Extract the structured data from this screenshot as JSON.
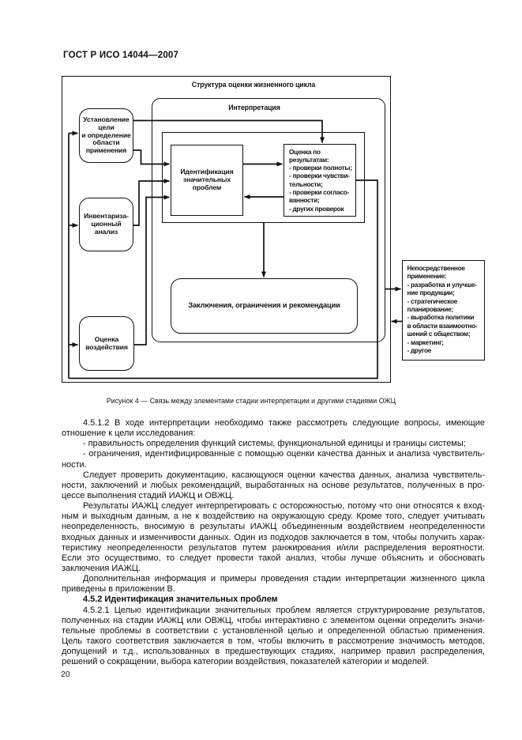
{
  "page": {
    "header": "ГОСТ Р ИСО 14044—2007",
    "page_number": "20"
  },
  "figure": {
    "frame_title": "Структура оценки жизненного цикла",
    "interpretation_label": "Интерпретация",
    "boxes": {
      "goal": "Установление\nцели\nи определение\nобласти\nприменения",
      "inventory": "Инвентариза-\nционный\nанализ",
      "impact": "Оценка\nвоздействия",
      "identification": "Идентификация\nзначительных\nпроблем",
      "evaluation": "Оценка по\nрезультатам:\n- проверки полноты;\n- проверки чувстви-\nтельности;\n- проверки согласо-\nванности;\n- других проверок",
      "conclusions": "Заключения, ограничения и рекомендации",
      "direct_application": "Непосредственное\nприменение:\n- разработка и улучше-\nние продукции;\n- стратегическое\nпланирование;\n- выработка политики\nв области взаимоотно-\nшений с обществом;\n- маркетинг;\n- другое"
    },
    "caption": "Рисунок 4 — Связь между элементами стадии интерпретации и другими стадиями ОЖЦ"
  },
  "body": {
    "paragraphs": [
      {
        "bold": false,
        "lines": [
          "4.5.1.2 В ходе интерпретации необходимо также рассмотреть следующие вопросы, имеющие",
          "отношение к цели исследования:"
        ]
      },
      {
        "bold": false,
        "lines": [
          "- правильность определения функций системы, функциональной единицы и границы системы;"
        ]
      },
      {
        "bold": false,
        "lines": [
          "- ограничения, идентифицированные с помощью оценки качества данных и анализа чувствитель-",
          "ности."
        ]
      },
      {
        "bold": false,
        "lines": [
          "Следует проверить документацию, касающуюся оценки качества данных, анализа чувствитель-",
          "ности, заключений и любых рекомендаций, выработанных на основе результатов, полученных в про-",
          "цессе выполнения стадий ИАЖЦ и ОВЖЦ."
        ]
      },
      {
        "bold": false,
        "lines": [
          "Результаты ИАЖЦ следует интерпретировать с осторожностью, потому что они относятся к вход-",
          "ным и выходным данным, а не к воздействию на окружающую среду. Кроме того, следует учитывать",
          "неопределенность, вносимую в результаты ИАЖЦ объединенным воздействием неопределенности",
          "входных данных и изменчивости данных. Один из подходов заключается в том, чтобы получить харак-",
          "теристику неопределенности результатов путем ранжирования и/или распределения вероятности.",
          "Если это осуществимо, то следует провести такой анализ, чтобы лучше объяснить и обосновать",
          "заключения ИАЖЦ."
        ]
      },
      {
        "bold": false,
        "lines": [
          "Дополнительная информация и примеры проведения стадии интерпретации жизненного цикла",
          "приведены в приложении В."
        ]
      },
      {
        "bold": true,
        "lines": [
          "4.5.2 Идентификация значительных проблем"
        ]
      },
      {
        "bold": false,
        "lines": [
          "4.5.2.1 Целью идентификации значительных проблем является структурирование результатов,",
          "полученных на стадии ИАЖЦ или ОВЖЦ, чтобы интерактивно с элементом оценки определить значи-",
          "тельные проблемы в соответствии с установленной целью и определенной областью применения.",
          "Цель такого соответствия заключается в том, чтобы включить в рассмотрение значимость методов,",
          "допущений и т.д., использованных в предшествующих стадиях, например правил распределения,",
          "решений о сокращении, выбора категории воздействия, показателей категории и моделей."
        ]
      }
    ]
  }
}
